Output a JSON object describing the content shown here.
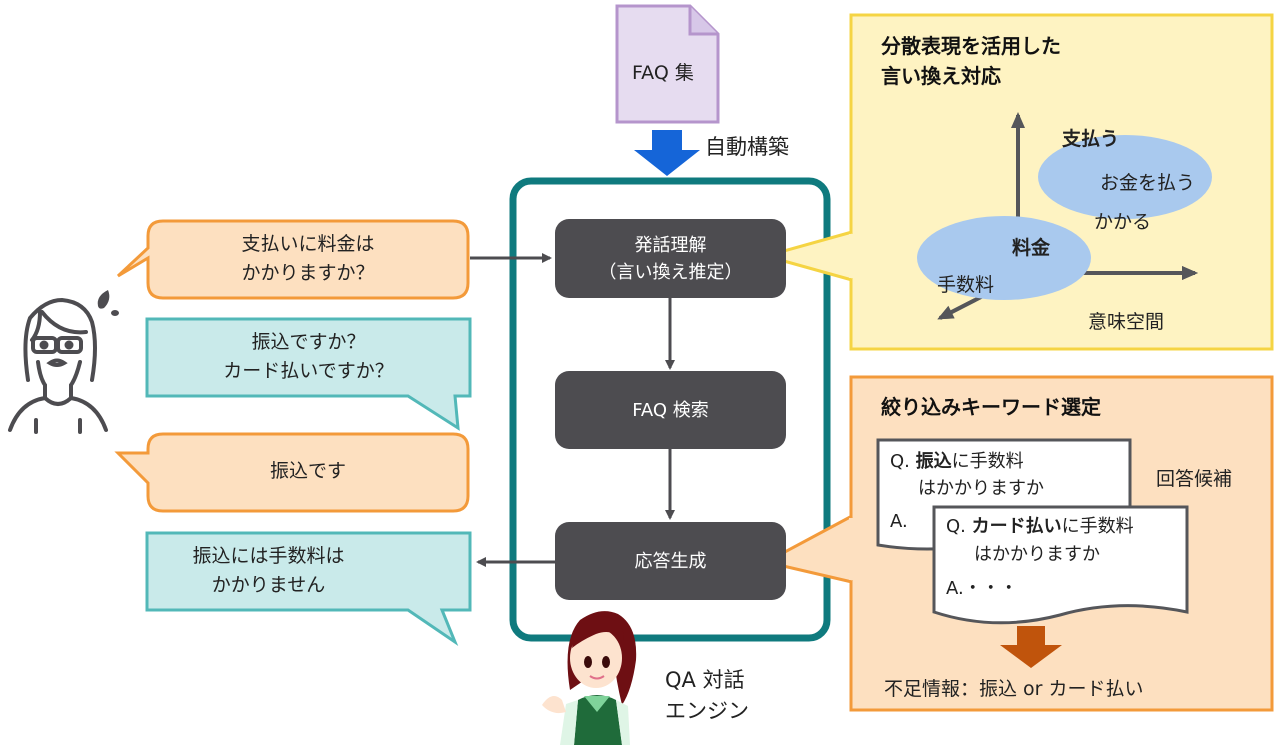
{
  "faq_doc": {
    "label": "FAQ 集",
    "arrow_label": "自動構築"
  },
  "engine": {
    "nodes": [
      {
        "label": "発話理解\n（言い換え推定）"
      },
      {
        "label": "FAQ 検索"
      },
      {
        "label": "応答生成"
      }
    ],
    "name": "QA 対話\nエンジン"
  },
  "dialogue": [
    {
      "speaker": "user",
      "text": "支払いに料金は\nかかりますか？"
    },
    {
      "speaker": "system",
      "text": "振込ですか？\nカード払いですか？"
    },
    {
      "speaker": "user",
      "text": "振込です"
    },
    {
      "speaker": "system",
      "text": "振込には手数料は\nかかりません"
    }
  ],
  "paraphrase_panel": {
    "title": "分散表現を活用した\n言い換え対応",
    "cluster_a": {
      "head": "支払う",
      "items": [
        "お金を払う"
      ]
    },
    "outside_word": "かかる",
    "cluster_b": {
      "head": "料金",
      "items": [
        "手数料"
      ]
    },
    "space_label": "意味空間"
  },
  "keyword_panel": {
    "title": "絞り込みキーワード選定",
    "candidates_label": "回答候補",
    "cards": [
      {
        "q_prefix": "Q. ",
        "q_bold": "振込",
        "q_rest": "に手数料",
        "q_line2": "はかかりますか",
        "answer": "A."
      },
      {
        "q_prefix": "Q. ",
        "q_bold": "カード払い",
        "q_rest": "に手数料",
        "q_line2": "はかかりますか",
        "answer": "A.・・・"
      }
    ],
    "result": "不足情報：振込 or カード払い"
  },
  "colors": {
    "user_bubble_fill": "#fde0c0",
    "user_bubble_stroke": "#f39a3a",
    "system_bubble_fill": "#c9eaea",
    "system_bubble_stroke": "#52b8b8",
    "engine_border": "#0f7a7e",
    "node_fill": "#4d4c50",
    "faq_fill": "#e6dcf0",
    "faq_stroke": "#b595cc",
    "down_arrow": "#1565d8",
    "yellow_panel_fill": "#fef3c2",
    "yellow_panel_stroke": "#f5d443",
    "orange_panel_fill": "#fde0c0",
    "orange_panel_stroke": "#f39a3a",
    "ellipse_fill": "#a9c9ee",
    "result_arrow": "#c0540c"
  }
}
